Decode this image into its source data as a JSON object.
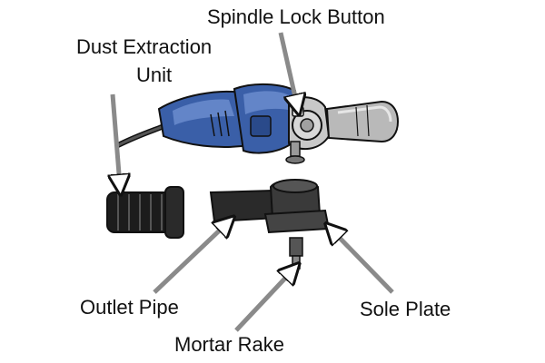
{
  "labels": {
    "spindle_lock": "Spindle Lock Button",
    "dust_extraction_line1": "Dust Extraction",
    "dust_extraction_line2": "Unit",
    "outlet_pipe": "Outlet Pipe",
    "sole_plate": "Sole Plate",
    "mortar_rake": "Mortar Rake"
  },
  "colors": {
    "body_blue": "#3a5fa8",
    "body_blue_light": "#6e8fd0",
    "handle_grey": "#b9b9b9",
    "rubber_black": "#1c1c1c",
    "arrow_grey": "#8a8a8a",
    "outline": "#111111"
  },
  "icons": [
    "angle-grinder-icon",
    "dust-hose-icon",
    "dust-shroud-icon",
    "mortar-rake-bit-icon"
  ]
}
